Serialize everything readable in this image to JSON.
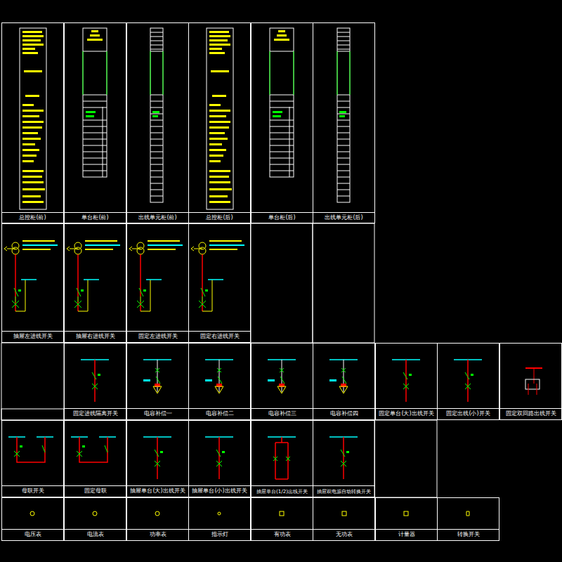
{
  "diagram": {
    "nodes": [
      {
        "text": [
          "总控柜(前)"
        ]
      },
      {
        "text": [
          "单台柜(前)"
        ]
      },
      {
        "text": [
          "出线单元柜(前)"
        ]
      },
      {
        "text": [
          "总控柜(后)"
        ]
      },
      {
        "text": [
          "单台柜(后)"
        ]
      },
      {
        "text": [
          "出线单元柜(后)"
        ]
      },
      {
        "text": [
          "抽屉左进线开关"
        ]
      },
      {
        "text": [
          "抽屉右进线开关"
        ]
      },
      {
        "text": [
          "固定左进线开关"
        ]
      },
      {
        "text": [
          "固定右进线开关"
        ]
      },
      {
        "text": [
          "固定进线隔离开关"
        ]
      },
      {
        "text": [
          "电容补偿一"
        ]
      },
      {
        "text": [
          "电容补偿二"
        ]
      },
      {
        "text": [
          "电容补偿三"
        ]
      },
      {
        "text": [
          "电容补偿四"
        ]
      },
      {
        "text": [
          "固定单台(大)出线开关"
        ]
      },
      {
        "text": [
          "固定出线(小)开关"
        ]
      },
      {
        "text": [
          "固定双回路出线开关"
        ]
      },
      {
        "text": [
          "母联开关"
        ]
      },
      {
        "text": [
          "固定母联"
        ]
      },
      {
        "text": [
          "抽屉单台(大)出线开关"
        ]
      },
      {
        "text": [
          "抽屉单台(小)出线开关"
        ]
      },
      {
        "text": [
          "抽屉单台(1/2)出线开关"
        ]
      },
      {
        "text": [
          "抽屉双电源自动转换开关"
        ]
      },
      {
        "text": [
          "电压表"
        ]
      },
      {
        "text": [
          "电流表"
        ]
      },
      {
        "text": [
          "功率表"
        ]
      },
      {
        "text": [
          "指示灯"
        ]
      },
      {
        "text": [
          "有功表"
        ]
      },
      {
        "text": [
          "无功表"
        ]
      },
      {
        "text": [
          "计量器"
        ]
      },
      {
        "text": [
          "转换开关"
        ]
      }
    ]
  }
}
